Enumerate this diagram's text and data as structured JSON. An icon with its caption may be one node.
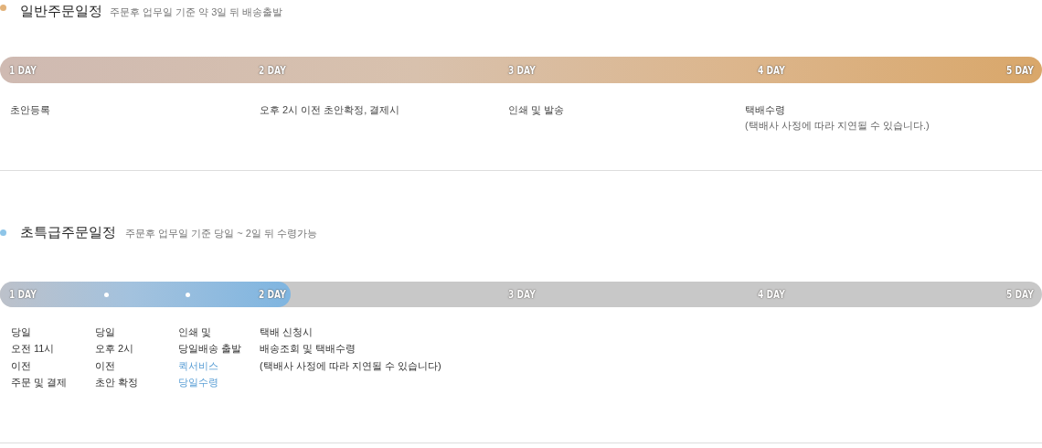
{
  "diagram": {
    "nodes": [
      {
        "text": [
          "1 DAY",
          "2 DAY",
          "3 DAY",
          "4 DAY",
          "5 DAY"
        ]
      },
      {
        "text": [
          "3 DAY",
          "4 DAY",
          "5 DAY"
        ]
      },
      {
        "text": [
          "1 DAY",
          "2 DAY"
        ],
        "in": 1
      }
    ],
    "edges": [],
    "labels": [
      "일반주문일정",
      "주문후 업무일 기준 약 3일 뒤 배송출발",
      "초안등록",
      "오후 2시 이전 초안확정, 결제시",
      "인쇄 및 발송",
      "택배수령",
      "(택배사 사정에 따라 지연될 수 있습니다.)",
      "초특급주문일정",
      "주문후 업무일 기준 당일 ~ 2일 뒤 수령가능",
      "당일 오전 11시 이전 주문 및 결제",
      "당일 오후 2시 이전 초안 확정",
      "인쇄 및 당일배송 출발",
      "퀵서비스 당일수령",
      "택배 신청시 배송조회 및 택배수령 (택배사 사정에 따라 지연될 수 있습니다)"
    ]
  }
}
